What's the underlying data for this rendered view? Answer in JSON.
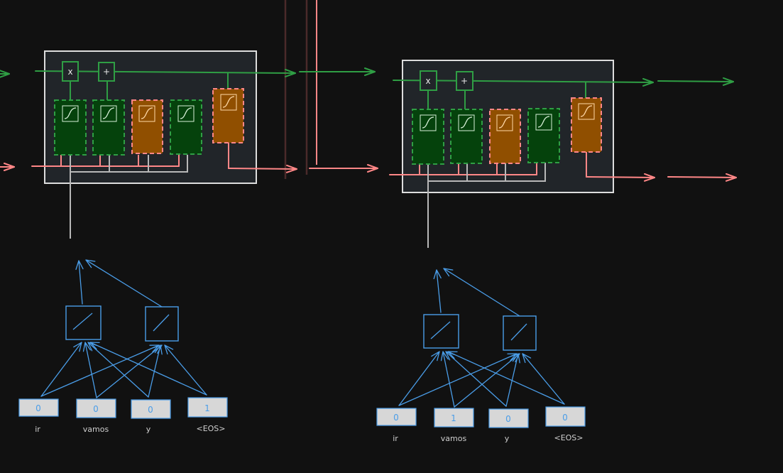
{
  "colors": {
    "background": "#111111",
    "cell_box_fill": "#212529",
    "cell_box_stroke": "#dddddd",
    "green": "#2f9e44",
    "green_fill": "#05420c",
    "red": "#ff8787",
    "orange_fill": "#904f00",
    "blue": "#4a9de8",
    "input_fill": "#d7d7d7",
    "gray_line": "#b8b8b8",
    "divider_dark": "#4a2a2a"
  },
  "icons": {
    "gate": "sigmoid-icon",
    "linear_node": "linear-unit-icon"
  },
  "cells": [
    {
      "name": "lstm-cell-1",
      "multiply_symbol": "x",
      "add_symbol": "+",
      "inputs": [
        {
          "value": "0",
          "word": "ir"
        },
        {
          "value": "0",
          "word": "vamos"
        },
        {
          "value": "0",
          "word": "y"
        },
        {
          "value": "1",
          "word": "<EOS>"
        }
      ]
    },
    {
      "name": "lstm-cell-2",
      "multiply_symbol": "x",
      "add_symbol": "+",
      "inputs": [
        {
          "value": "0",
          "word": "ir"
        },
        {
          "value": "1",
          "word": "vamos"
        },
        {
          "value": "0",
          "word": "y"
        },
        {
          "value": "0",
          "word": "<EOS>"
        }
      ]
    }
  ]
}
